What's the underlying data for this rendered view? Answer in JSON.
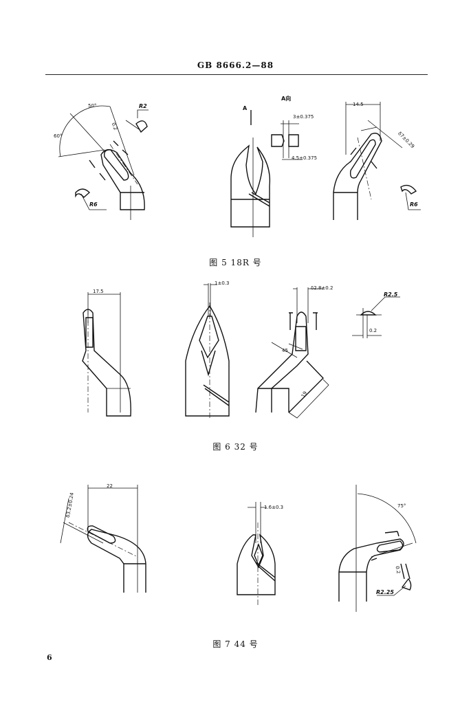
{
  "header": {
    "standard": "GB 8666.2—88"
  },
  "page_number": "6",
  "figures": [
    {
      "caption": "图 5   18R 号",
      "labels": {
        "angle_a": "50°",
        "angle_b": "60°",
        "r_left_top": "R2",
        "r_left_bottom": "R6",
        "thick": "0.2",
        "view": "A向",
        "arrow": "A",
        "dim_gap": "3±0.375",
        "dim_width": "4.5±0.375",
        "dim_len": "14.5",
        "dim_dia": "δ7±0.29",
        "r_right": "R6"
      }
    },
    {
      "caption": "图 6   32 号",
      "labels": {
        "dim_len": "17.5",
        "dim_gap": "1±0.3",
        "dim_dia": "δ2.8±0.2",
        "angle": "45",
        "dim_19": "19",
        "radius": "R2.5",
        "thick": "0.2"
      }
    },
    {
      "caption": "图 7   44 号",
      "labels": {
        "dim_len": "22",
        "dim_dia": "δ3.2±0.24",
        "dim_gap": "1.6±0.3",
        "angle": "75°",
        "thick": "0.2",
        "radius": "R2.25"
      }
    }
  ]
}
